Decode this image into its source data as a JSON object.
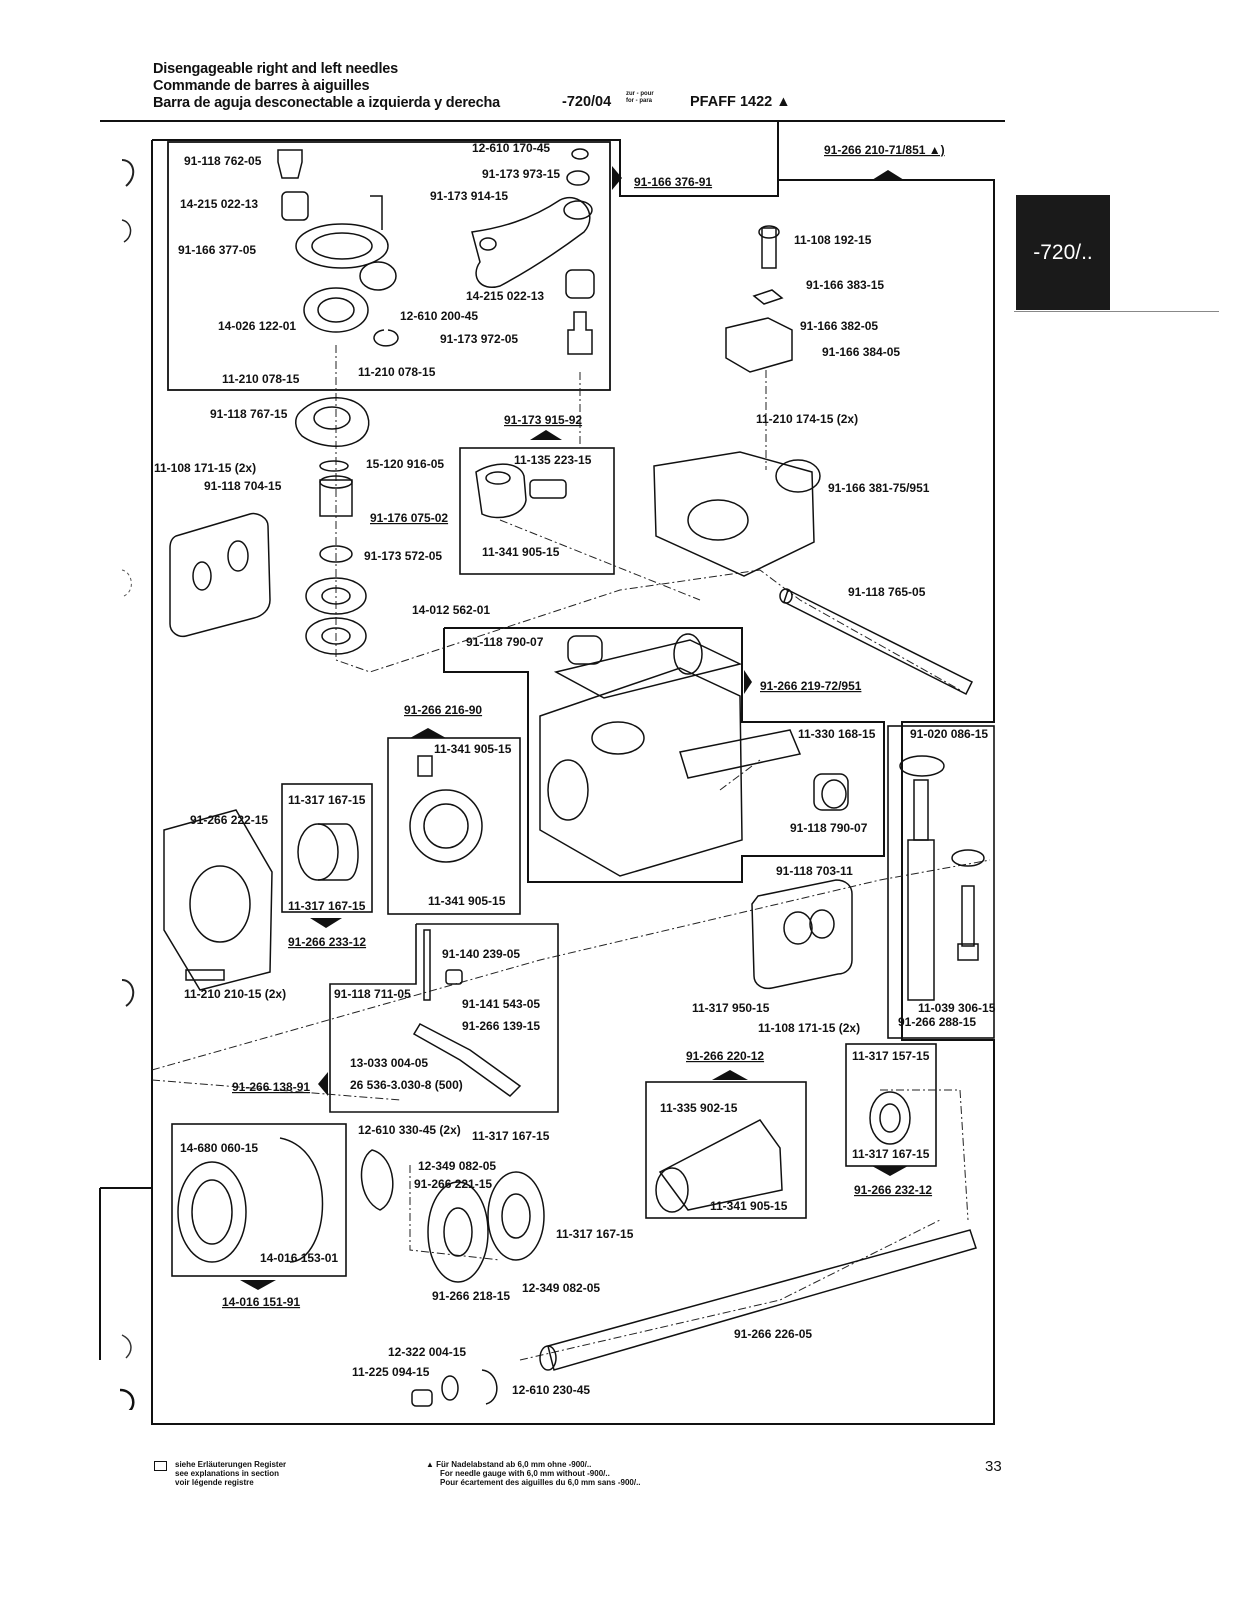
{
  "header": {
    "title_de": "Disengageable right and left needles",
    "title_fr": "Commande de barres à aiguilles",
    "title_es": "Barra de aguja desconectable a izquierda y derecha",
    "section_code": "-720/04",
    "zur_label": "zur - pour\nfor - para",
    "model": "PFAFF 1422 ▲"
  },
  "tab": {
    "label": "-720/.."
  },
  "parts": [
    {
      "id": "p1",
      "text": "91-118 762-05"
    },
    {
      "id": "p2",
      "text": "12-610 170-45"
    },
    {
      "id": "p3",
      "text": "91-173 973-15"
    },
    {
      "id": "p4",
      "text": "91-166 376-91"
    },
    {
      "id": "p5",
      "text": "91-266 210-71/851 ▲)"
    },
    {
      "id": "p6",
      "text": "14-215 022-13"
    },
    {
      "id": "p7",
      "text": "91-173 914-15"
    },
    {
      "id": "p8",
      "text": "91-166 377-05"
    },
    {
      "id": "p9",
      "text": "11-108 192-15"
    },
    {
      "id": "p10",
      "text": "91-166 383-15"
    },
    {
      "id": "p11",
      "text": "14-215 022-13"
    },
    {
      "id": "p12",
      "text": "12-610 200-45"
    },
    {
      "id": "p13",
      "text": "14-026 122-01"
    },
    {
      "id": "p14",
      "text": "91-173 972-05"
    },
    {
      "id": "p15",
      "text": "91-166 382-05"
    },
    {
      "id": "p16",
      "text": "91-166 384-05"
    },
    {
      "id": "p17",
      "text": "11-210 078-15"
    },
    {
      "id": "p18",
      "text": "11-210 078-15"
    },
    {
      "id": "p19",
      "text": "91-118 767-15"
    },
    {
      "id": "p20",
      "text": "91-173 915-92"
    },
    {
      "id": "p21",
      "text": "11-210 174-15 (2x)"
    },
    {
      "id": "p22",
      "text": "11-108 171-15 (2x)"
    },
    {
      "id": "p23",
      "text": "91-118 704-15"
    },
    {
      "id": "p24",
      "text": "15-120 916-05"
    },
    {
      "id": "p25",
      "text": "11-135 223-15"
    },
    {
      "id": "p26",
      "text": "91-176 075-02"
    },
    {
      "id": "p27",
      "text": "91-166 381-75/951"
    },
    {
      "id": "p28",
      "text": "91-173 572-05"
    },
    {
      "id": "p29",
      "text": "11-341 905-15"
    },
    {
      "id": "p30",
      "text": "14-012 562-01"
    },
    {
      "id": "p31",
      "text": "91-118 765-05"
    },
    {
      "id": "p32",
      "text": "91-118 790-07"
    },
    {
      "id": "p33",
      "text": "91-266 219-72/951"
    },
    {
      "id": "p34",
      "text": "91-266 216-90"
    },
    {
      "id": "p35",
      "text": "11-341 905-15"
    },
    {
      "id": "p36",
      "text": "11-330 168-15"
    },
    {
      "id": "p37",
      "text": "91-020 086-15"
    },
    {
      "id": "p38",
      "text": "11-317 167-15"
    },
    {
      "id": "p39",
      "text": "91-266 222-15"
    },
    {
      "id": "p40",
      "text": "91-118 790-07"
    },
    {
      "id": "p41",
      "text": "11-317 167-15"
    },
    {
      "id": "p42",
      "text": "11-341 905-15"
    },
    {
      "id": "p43",
      "text": "91-118 703-11"
    },
    {
      "id": "p44",
      "text": "91-266 233-12"
    },
    {
      "id": "p45",
      "text": "91-140 239-05"
    },
    {
      "id": "p46",
      "text": "11-210 210-15 (2x)"
    },
    {
      "id": "p47",
      "text": "91-118 711-05"
    },
    {
      "id": "p48",
      "text": "91-141 543-05"
    },
    {
      "id": "p49",
      "text": "91-266 139-15"
    },
    {
      "id": "p50",
      "text": "11-317 950-15"
    },
    {
      "id": "p51",
      "text": "11-108 171-15 (2x)"
    },
    {
      "id": "p52",
      "text": "11-039 306-15"
    },
    {
      "id": "p53",
      "text": "91-266 288-15"
    },
    {
      "id": "p54",
      "text": "13-033 004-05"
    },
    {
      "id": "p55",
      "text": "91-266 220-12"
    },
    {
      "id": "p56",
      "text": "11-317 157-15"
    },
    {
      "id": "p57",
      "text": "91-266 138-91"
    },
    {
      "id": "p58",
      "text": "26 536-3.030-8 (500)"
    },
    {
      "id": "p59",
      "text": "11-335 902-15"
    },
    {
      "id": "p60",
      "text": "12-610 330-45 (2x)"
    },
    {
      "id": "p61",
      "text": "11-317 167-15"
    },
    {
      "id": "p62",
      "text": "14-680 060-15"
    },
    {
      "id": "p63",
      "text": "12-349 082-05"
    },
    {
      "id": "p64",
      "text": "91-266 221-15"
    },
    {
      "id": "p65",
      "text": "11-317 167-15"
    },
    {
      "id": "p66",
      "text": "11-341 905-15"
    },
    {
      "id": "p67",
      "text": "91-266 232-12"
    },
    {
      "id": "p68",
      "text": "14-016 153-01"
    },
    {
      "id": "p69",
      "text": "11-317 167-15"
    },
    {
      "id": "p70",
      "text": "14-016 151-91"
    },
    {
      "id": "p71",
      "text": "91-266 218-15"
    },
    {
      "id": "p72",
      "text": "12-349 082-05"
    },
    {
      "id": "p73",
      "text": "91-266 226-05"
    },
    {
      "id": "p74",
      "text": "12-322 004-15"
    },
    {
      "id": "p75",
      "text": "11-225 094-15"
    },
    {
      "id": "p76",
      "text": "12-610 230-45"
    }
  ],
  "footer": {
    "legend_de": "siehe Erläuterungen Register",
    "legend_en": "see explanations in section",
    "legend_fr": "voir légende registre",
    "note_de": "▲ Für Nadelabstand ab 6,0 mm ohne -900/..",
    "note_en": "For needle gauge with 6,0 mm without -900/..",
    "note_fr": "Pour écartement des aiguilles du 6,0 mm sans -900/..",
    "page_number": "33"
  }
}
